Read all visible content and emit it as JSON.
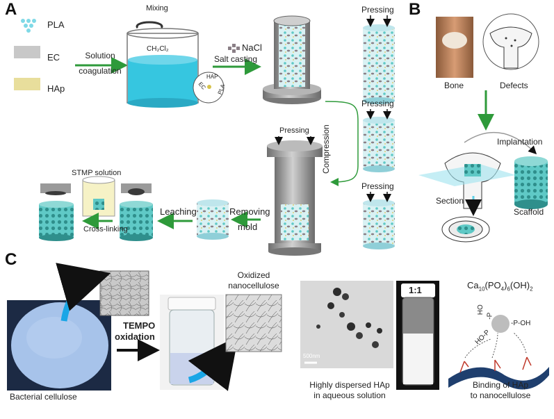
{
  "panels": {
    "a": "A",
    "b": "B",
    "c": "C"
  },
  "materials": {
    "pla": "PLA",
    "ec": "EC",
    "hap": "HAp"
  },
  "beaker": {
    "mixing": "Mixing",
    "solvent": "CH₂Cl₂",
    "inset_hap": "HAP",
    "inset_ec": "EC",
    "inset_pla": "PLA"
  },
  "steps": {
    "solution_coagulation_1": "Solution",
    "solution_coagulation_2": "coagulation",
    "nacl": "NaCl",
    "salt_casting": "Salt casting",
    "pressing_1": "Pressing",
    "pressing_2": "Pressing",
    "pressing_3": "Pressing",
    "pressing_mold": "Pressing",
    "compression": "Compression",
    "stmp_solution": "STMP solution",
    "leaching": "Leaching",
    "cross_linking": "Cross-linking",
    "removing_1": "Removing",
    "removing_2": "mold"
  },
  "panel_b": {
    "bone": "Bone",
    "defects": "Defects",
    "implantation": "Implantation",
    "section": "Section",
    "scaffold": "Scaffold"
  },
  "panel_c": {
    "tempo_1": "TEMPO",
    "tempo_2": "oxidation",
    "bacterial_cellulose": "Bacterial cellulose",
    "oxidized_1": "Oxidized",
    "oxidized_2": "nanocellulose",
    "scale_bar": "500nm",
    "ratio": "1:1",
    "dispersed_1": "Highly dispersed HAp",
    "dispersed_2": "in aqueous solution",
    "formula_main": "Ca",
    "formula_s1": "10",
    "formula_mid1": "(PO",
    "formula_s2": "4",
    "formula_mid2": ")",
    "formula_s3": "6",
    "formula_end": "(OH)",
    "formula_s4": "2",
    "binding_1": "Binding of HAp",
    "binding_2": "to nanocellulose",
    "ho_p_top": "HO",
    "p_top": "-P",
    "p_oh": "-P-OH",
    "ho_p_left": "HO-P"
  },
  "colors": {
    "green_arrow": "#2e9a3a",
    "teal": "#4fc3c8",
    "beaker_liquid": "#36c6e0",
    "blue_arrow": "#1aa6e6",
    "metal": "#9a9a9a",
    "navy": "#1f3f6e"
  }
}
